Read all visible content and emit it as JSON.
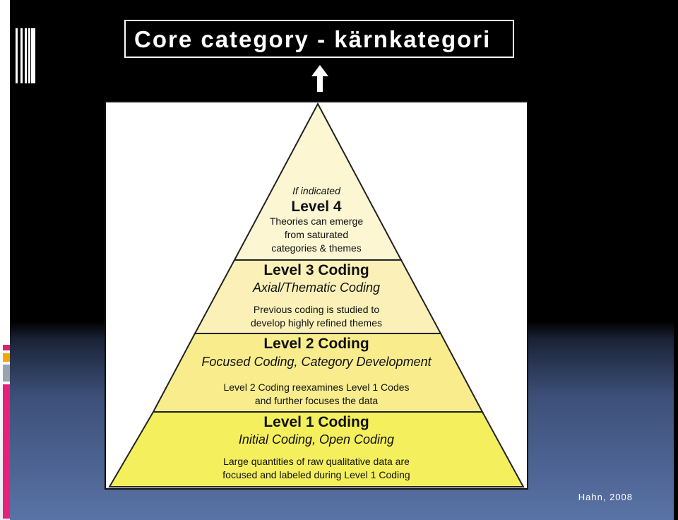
{
  "slide": {
    "title": "Core category - kärnkategori",
    "credit": "Hahn, 2008"
  },
  "pyramid": {
    "level4": {
      "note": "If indicated",
      "heading": "Level 4",
      "body_line1": "Theories  can emerge",
      "body_line2": "from saturated",
      "body_line3": "categories & themes"
    },
    "level3": {
      "heading": "Level 3  Coding",
      "subheading": "Axial/Thematic Coding",
      "body_line1": "Previous coding is studied to",
      "body_line2": "develop highly refined themes"
    },
    "level2": {
      "heading": "Level 2 Coding",
      "subheading": "Focused Coding, Category Development",
      "body_line1": "Level 2 Coding reexamines Level 1 Codes",
      "body_line2": "and further focuses the data"
    },
    "level1": {
      "heading": "Level 1 Coding",
      "subheading": "Initial Coding, Open Coding",
      "body_line1": "Large quantities of raw qualitative data are",
      "body_line2": "focused and labeled during Level 1 Coding"
    }
  },
  "colors": {
    "level4_fill": "#fcf6d2",
    "level3_fill": "#fbf1b8",
    "level2_fill": "#f8ec8c",
    "level1_fill": "#f4ef5c"
  }
}
